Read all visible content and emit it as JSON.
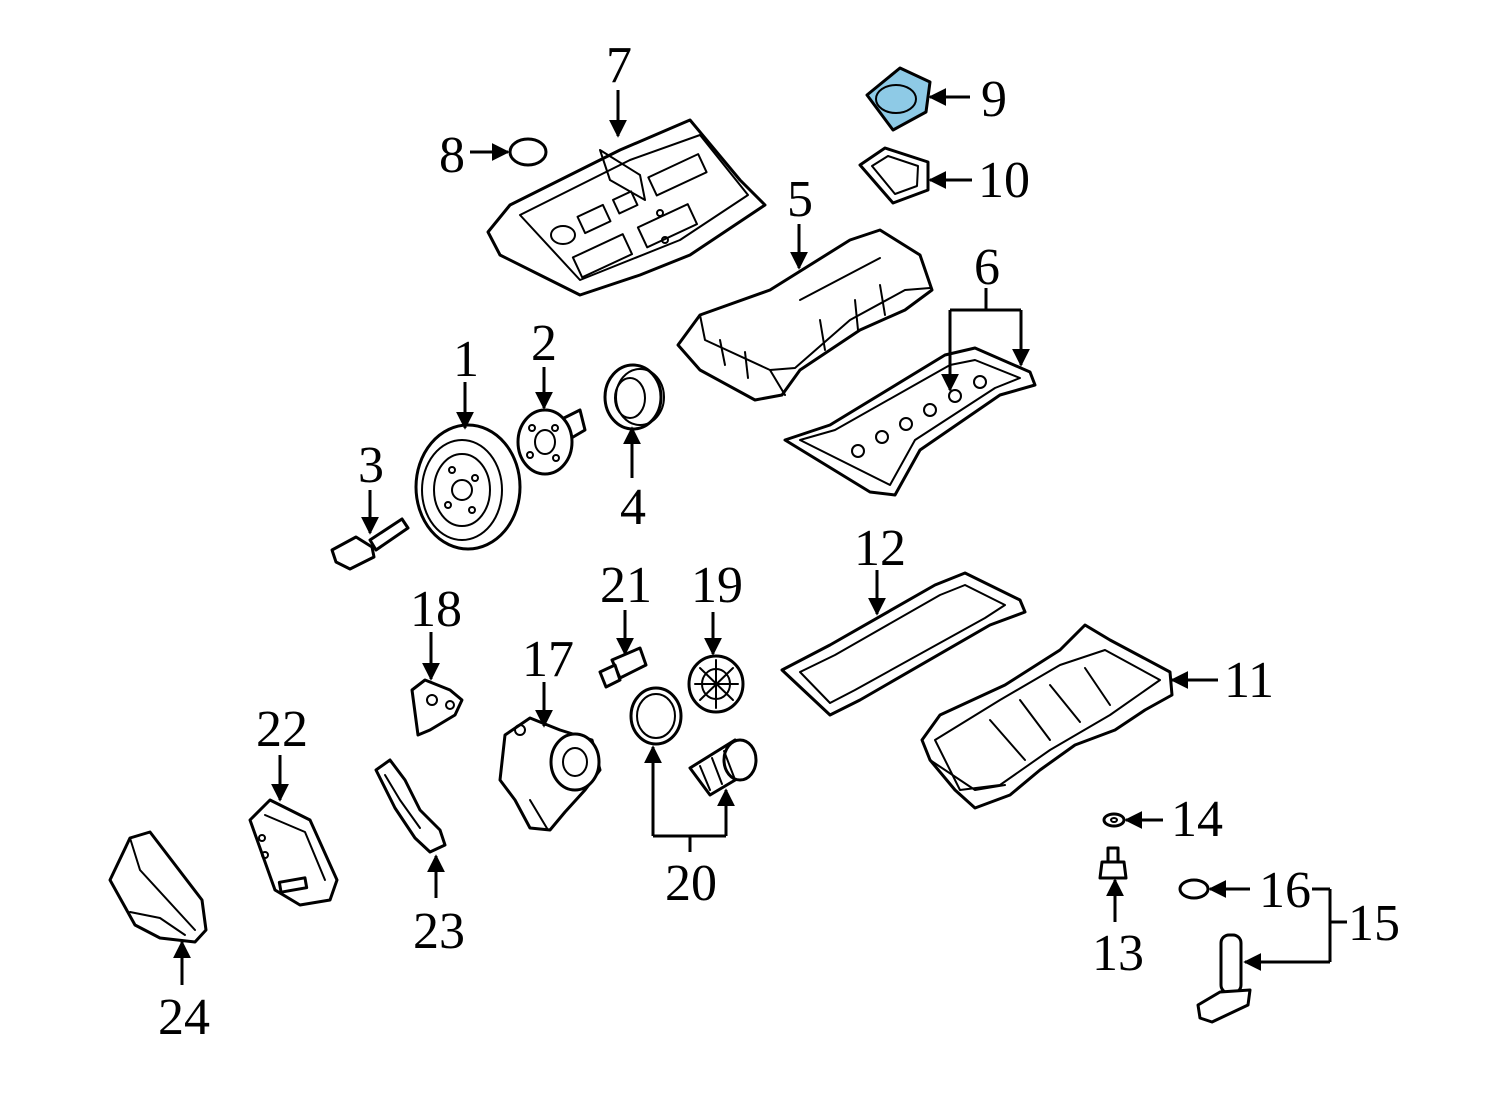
{
  "diagram": {
    "highlight_color": "#8ecae6",
    "callouts": [
      {
        "id": "1",
        "label": "1"
      },
      {
        "id": "2",
        "label": "2"
      },
      {
        "id": "3",
        "label": "3"
      },
      {
        "id": "4",
        "label": "4"
      },
      {
        "id": "5",
        "label": "5"
      },
      {
        "id": "6",
        "label": "6"
      },
      {
        "id": "7",
        "label": "7"
      },
      {
        "id": "8",
        "label": "8"
      },
      {
        "id": "9",
        "label": "9",
        "highlighted": true
      },
      {
        "id": "10",
        "label": "10"
      },
      {
        "id": "11",
        "label": "11"
      },
      {
        "id": "12",
        "label": "12"
      },
      {
        "id": "13",
        "label": "13"
      },
      {
        "id": "14",
        "label": "14"
      },
      {
        "id": "15",
        "label": "15"
      },
      {
        "id": "16",
        "label": "16"
      },
      {
        "id": "17",
        "label": "17"
      },
      {
        "id": "18",
        "label": "18"
      },
      {
        "id": "19",
        "label": "19"
      },
      {
        "id": "20",
        "label": "20"
      },
      {
        "id": "21",
        "label": "21"
      },
      {
        "id": "22",
        "label": "22"
      },
      {
        "id": "23",
        "label": "23"
      },
      {
        "id": "24",
        "label": "24"
      }
    ]
  }
}
